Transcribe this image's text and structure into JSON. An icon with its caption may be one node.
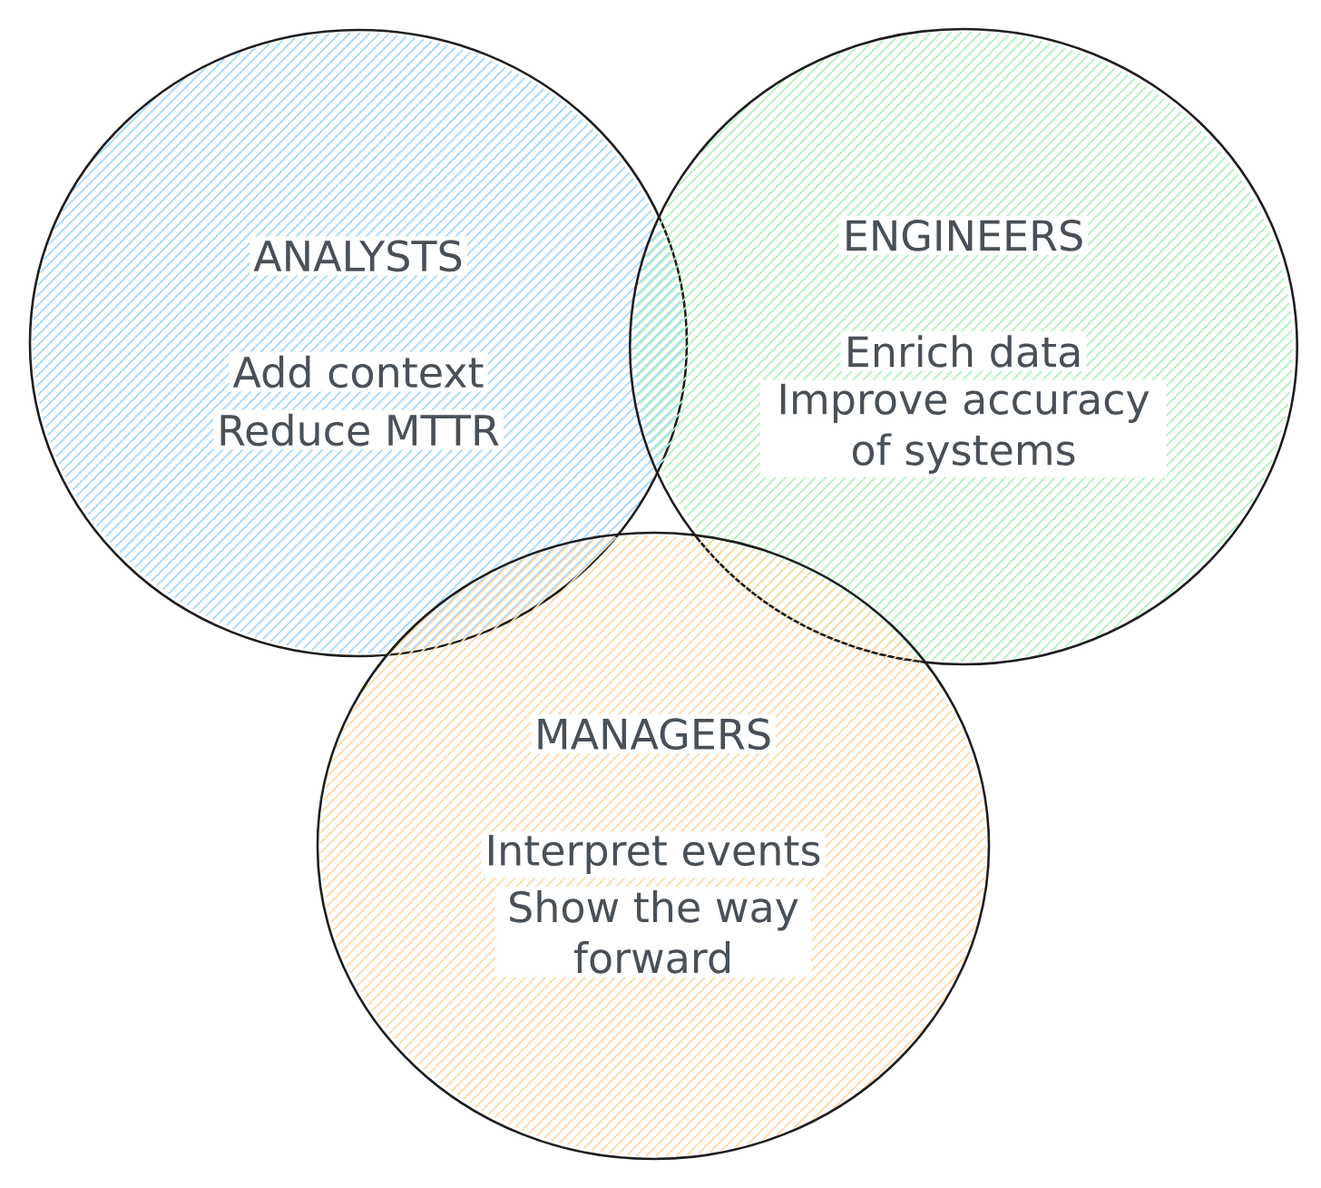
{
  "diagram": {
    "nodes": [
      {
        "text": [
          "ANALYSTS",
          "Add context",
          "Reduce MTTR"
        ]
      },
      {
        "text": [
          "ENGINEERS",
          "Enrich data",
          "Improve accuracy of systems"
        ]
      },
      {
        "text": [
          "MANAGERS",
          "Interpret events",
          "Show the way forward"
        ]
      }
    ]
  }
}
